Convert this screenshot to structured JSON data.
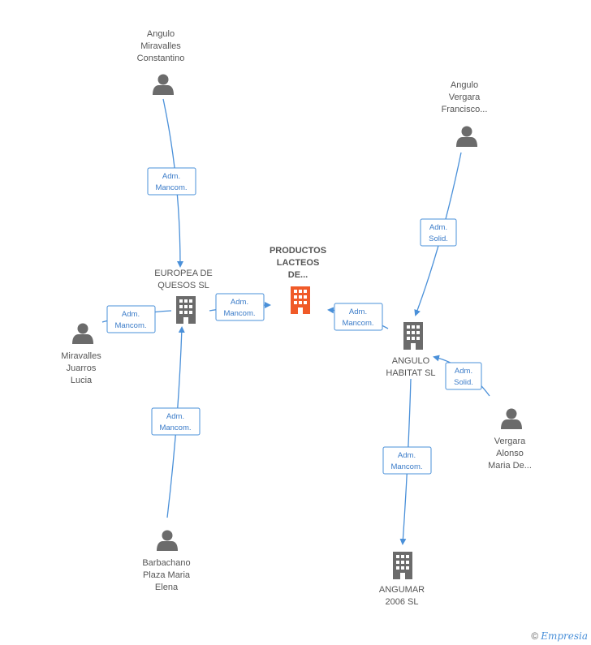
{
  "nodes": {
    "main": {
      "lines": [
        "PRODUCTOS",
        "LACTEOS",
        "DE..."
      ],
      "color": "#f05a28"
    },
    "europea": {
      "lines": [
        "EUROPEA DE",
        "QUESOS SL"
      ]
    },
    "angulo_habitat": {
      "lines": [
        "ANGULO",
        "HABITAT SL"
      ]
    },
    "angumar": {
      "lines": [
        "ANGUMAR",
        "2006  SL"
      ]
    },
    "angulo_miravalles": {
      "lines": [
        "Angulo",
        "Miravalles",
        "Constantino"
      ]
    },
    "angulo_vergara": {
      "lines": [
        "Angulo",
        "Vergara",
        "Francisco..."
      ]
    },
    "miravalles_juarros": {
      "lines": [
        "Miravalles",
        "Juarros",
        "Lucia"
      ]
    },
    "barbachano": {
      "lines": [
        "Barbachano",
        "Plaza Maria",
        "Elena"
      ]
    },
    "vergara_alonso": {
      "lines": [
        "Vergara",
        "Alonso",
        "Maria De..."
      ]
    }
  },
  "roles": {
    "adm_mancom": [
      "Adm.",
      "Mancom."
    ],
    "adm_solid": [
      "Adm.",
      "Solid."
    ]
  },
  "colors": {
    "edge": "#4a90d9",
    "icon": "#6b6b6b",
    "main": "#f05a28"
  },
  "footer": {
    "copyright": "©",
    "brand": "Empresia"
  }
}
